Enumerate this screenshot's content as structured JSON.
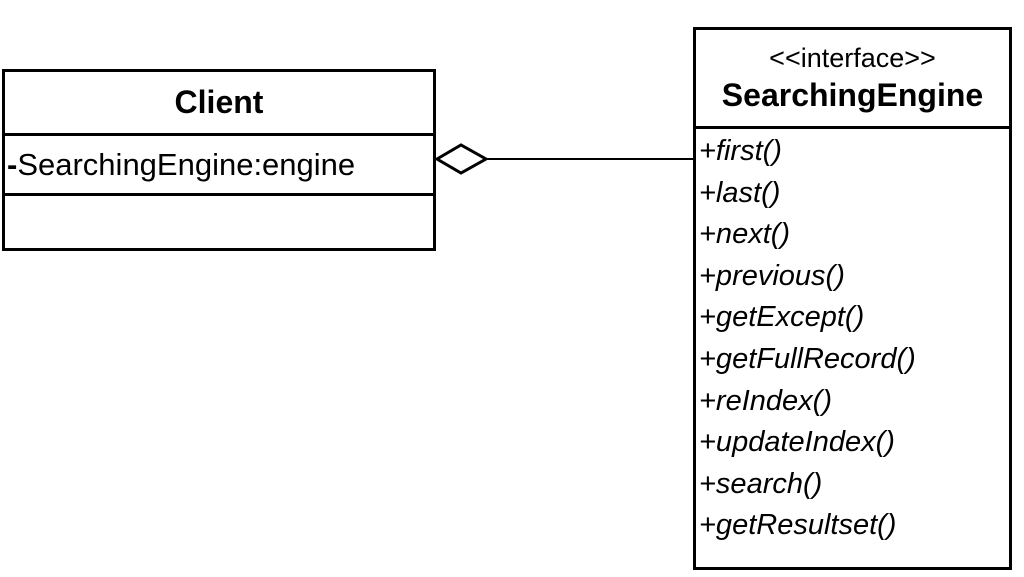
{
  "client": {
    "name": "Client",
    "attribute_visibility": "-",
    "attribute": "SearchingEngine:engine"
  },
  "searching_engine": {
    "stereotype": "<<interface>>",
    "name": "SearchingEngine",
    "operations": [
      "+first()",
      "+last()",
      "+next()",
      "+previous()",
      "+getExcept()",
      "+getFullRecord()",
      "+reIndex()",
      "+updateIndex()",
      "+search()",
      "+getResultset()"
    ]
  },
  "relationship": {
    "type": "aggregation",
    "from": "Client",
    "to": "SearchingEngine"
  }
}
